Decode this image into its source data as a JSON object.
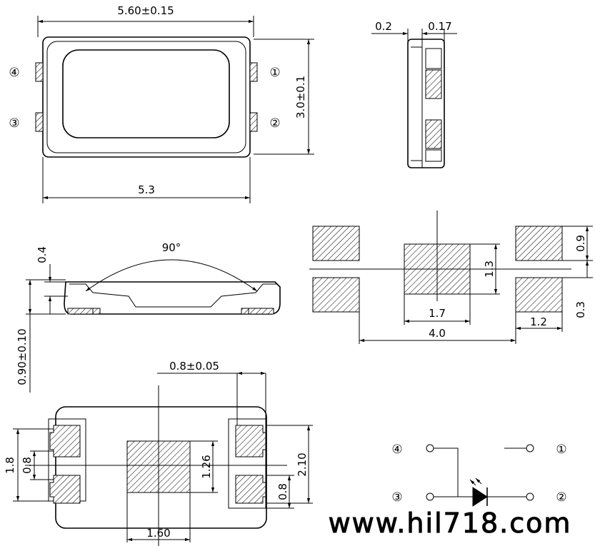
{
  "top_view": {
    "width_dim": "5.60±0.15",
    "height_dim": "3.0±0.1",
    "inner_width_dim": "5.3",
    "pins": {
      "p1": "①",
      "p2": "②",
      "p3": "③",
      "p4": "④"
    }
  },
  "side_view": {
    "dim_a": "0.2",
    "dim_b": "0.17"
  },
  "profile_view": {
    "angle": "90°",
    "dim_step": "0.4",
    "dim_height": "0.90±0.10"
  },
  "land_pattern": {
    "dim_pad_h": "0.9",
    "dim_center_h": "1.3",
    "dim_gap": "0.3",
    "dim_center_w": "1.7",
    "dim_pad_w": "1.2",
    "dim_total_w": "4.0"
  },
  "bottom_view": {
    "dim_pad_w": "0.8±0.05",
    "dim_left_h": "1.8",
    "dim_left_inner": "0.8",
    "dim_center_h": "1.26",
    "dim_right_h": "2.10",
    "dim_right_inner": "0.8",
    "dim_center_w": "1.60"
  },
  "schematic": {
    "pins": {
      "p1": "①",
      "p2": "②",
      "p3": "③",
      "p4": "④"
    }
  },
  "watermark": "www.hil718.com"
}
